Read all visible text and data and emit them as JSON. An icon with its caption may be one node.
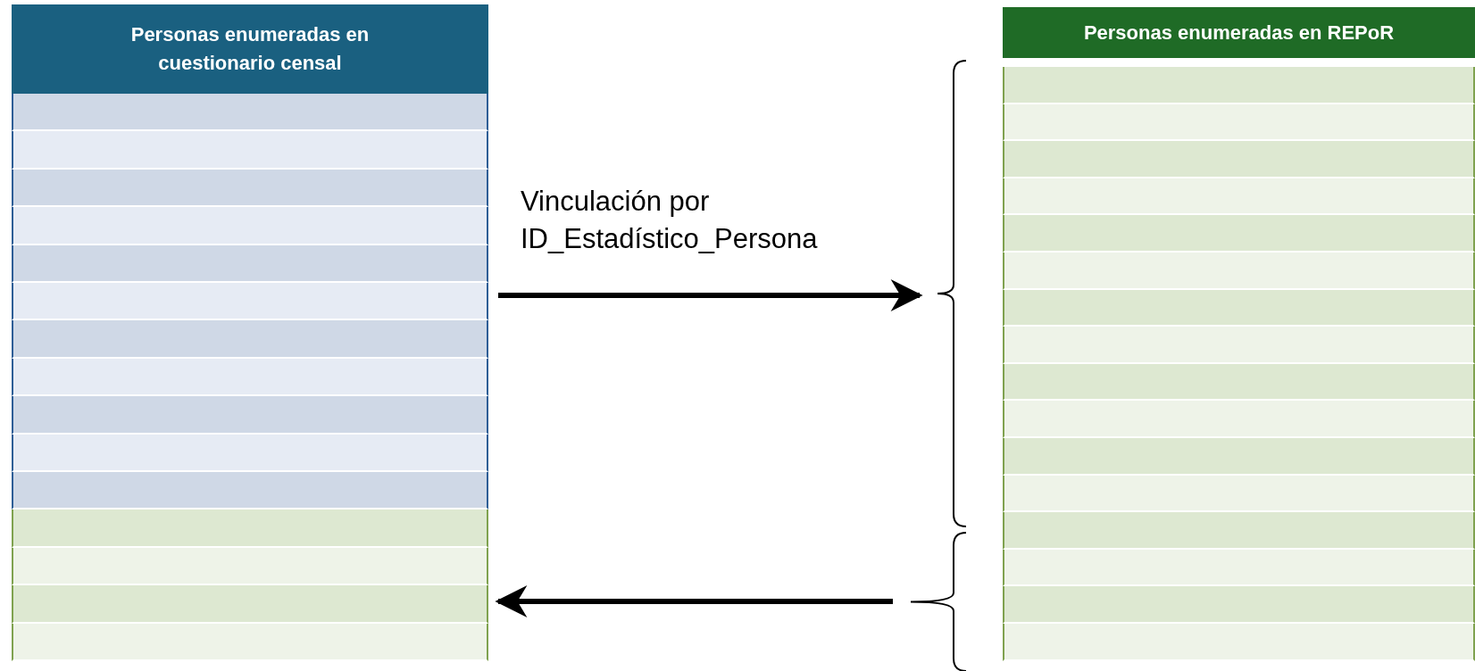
{
  "diagram": {
    "nodes": [
      {
        "text": [
          "Personas enumeradas en cuestionario censal"
        ]
      },
      {
        "text": [
          "Personas enumeradas en REPoR"
        ]
      },
      {
        "text": [],
        "shape": "brace"
      },
      {
        "text": [],
        "shape": "brace"
      }
    ],
    "edges": [
      {
        "from": 0,
        "to": 2,
        "arrow": "to",
        "label": "Vinculación por ID_Estadístico_Persona"
      },
      {
        "from": 3,
        "to": 0,
        "arrow": "to"
      }
    ]
  }
}
